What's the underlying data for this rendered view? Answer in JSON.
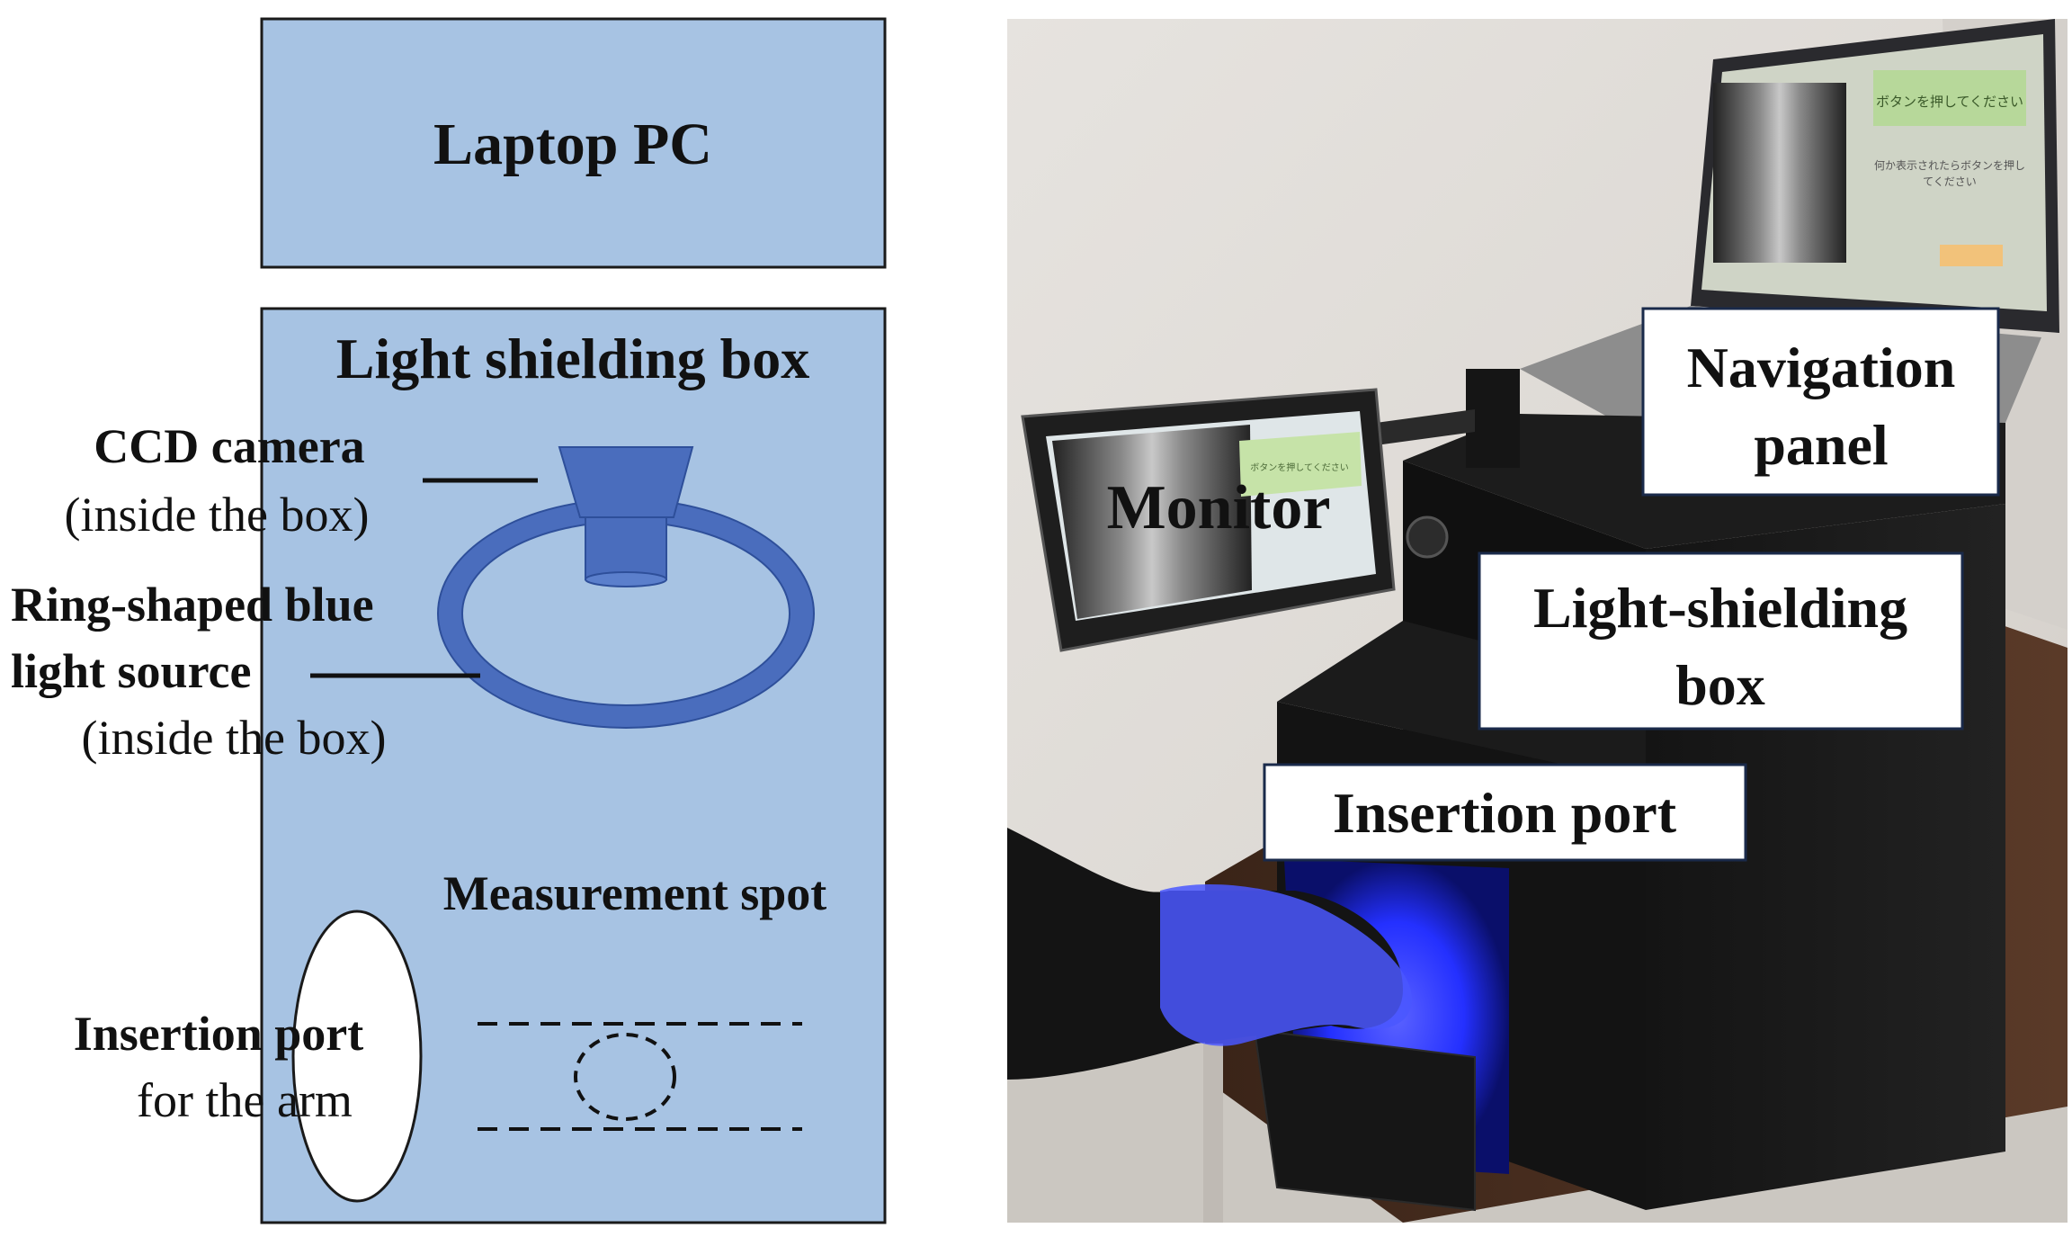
{
  "schematic": {
    "laptop_label": "Laptop PC",
    "box_title": "Light shielding box",
    "ccd_camera": "CCD camera",
    "inside_box_1": "(inside the box)",
    "ring_line1": "Ring-shaped blue",
    "ring_line2": "light source",
    "inside_box_2": "(inside the box)",
    "measurement_spot": "Measurement spot",
    "insertion_port": "Insertion port",
    "for_the_arm": "for the arm"
  },
  "photo": {
    "monitor": "Monitor",
    "navigation_line1": "Navigation",
    "navigation_line2": "panel",
    "shield_line1": "Light-shielding",
    "shield_line2": "box",
    "insertion_port": "Insertion port",
    "laptop_button_text": "ボタンを押してください",
    "laptop_small_text_1": "何か表示されたらボタンを押し",
    "laptop_small_text_2": "てください",
    "monitor_button_text": "ボタンを押してください"
  },
  "colors": {
    "box_fill": "#a7c3e3",
    "component_fill": "#4a6dbd",
    "outline": "#1a1a1a",
    "blue_light": "#1f2cff"
  }
}
